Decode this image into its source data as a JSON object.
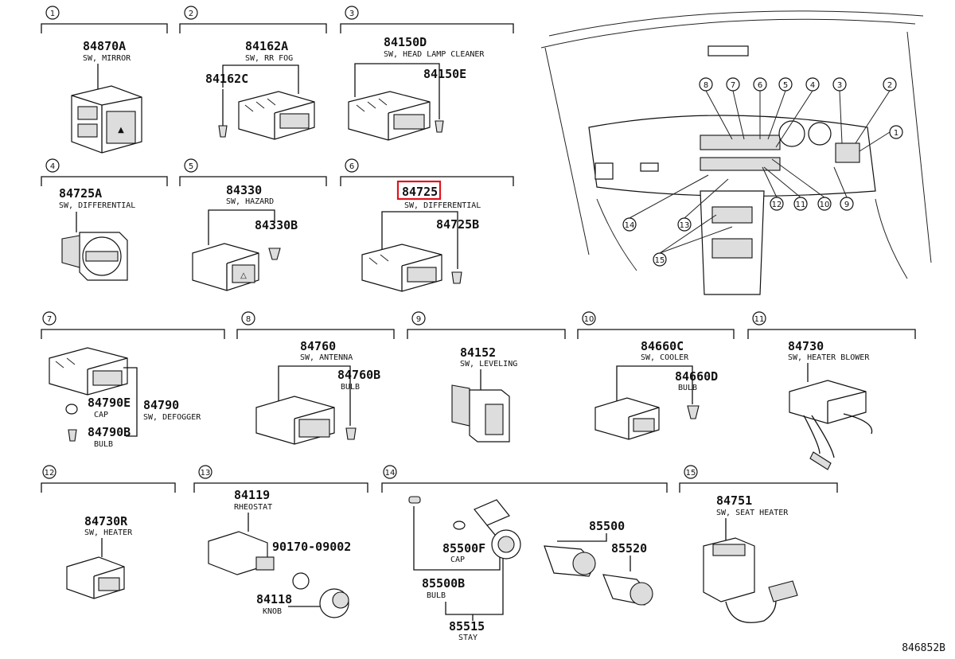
{
  "sections": [
    {
      "id": "1",
      "parts": [
        {
          "number": "84870A",
          "desc": "SW, MIRROR"
        }
      ]
    },
    {
      "id": "2",
      "parts": [
        {
          "number": "84162A",
          "desc": "SW, RR FOG"
        },
        {
          "number": "84162C",
          "desc": ""
        }
      ]
    },
    {
      "id": "3",
      "parts": [
        {
          "number": "84150D",
          "desc": "SW, HEAD LAMP CLEANER"
        },
        {
          "number": "84150E",
          "desc": ""
        }
      ]
    },
    {
      "id": "4",
      "parts": [
        {
          "number": "84725A",
          "desc": "SW, DIFFERENTIAL"
        }
      ]
    },
    {
      "id": "5",
      "parts": [
        {
          "number": "84330",
          "desc": "SW, HAZARD"
        },
        {
          "number": "84330B",
          "desc": ""
        }
      ]
    },
    {
      "id": "6",
      "parts": [
        {
          "number": "84725",
          "desc": "SW, DIFFERENTIAL",
          "highlighted": true
        },
        {
          "number": "84725B",
          "desc": ""
        }
      ]
    },
    {
      "id": "7",
      "parts": [
        {
          "number": "84790E",
          "desc": "CAP"
        },
        {
          "number": "84790",
          "desc": "SW, DEFOGGER"
        },
        {
          "number": "84790B",
          "desc": "BULB"
        }
      ]
    },
    {
      "id": "8",
      "parts": [
        {
          "number": "84760",
          "desc": "SW, ANTENNA"
        },
        {
          "number": "84760B",
          "desc": "BULB"
        }
      ]
    },
    {
      "id": "9",
      "parts": [
        {
          "number": "84152",
          "desc": "SW, LEVELING"
        }
      ]
    },
    {
      "id": "10",
      "parts": [
        {
          "number": "84660C",
          "desc": "SW, COOLER"
        },
        {
          "number": "84660D",
          "desc": "BULB"
        }
      ]
    },
    {
      "id": "11",
      "parts": [
        {
          "number": "84730",
          "desc": "SW, HEATER BLOWER"
        }
      ]
    },
    {
      "id": "12",
      "parts": [
        {
          "number": "84730R",
          "desc": "SW, HEATER"
        }
      ]
    },
    {
      "id": "13",
      "parts": [
        {
          "number": "84119",
          "desc": "RHEOSTAT"
        },
        {
          "number": "90170-09002",
          "desc": ""
        },
        {
          "number": "84118",
          "desc": "KNOB"
        }
      ]
    },
    {
      "id": "14",
      "parts": [
        {
          "number": "85500F",
          "desc": "CAP"
        },
        {
          "number": "85500B",
          "desc": "BULB"
        },
        {
          "number": "85515",
          "desc": "STAY"
        },
        {
          "number": "85500",
          "desc": ""
        },
        {
          "number": "85520",
          "desc": ""
        }
      ]
    },
    {
      "id": "15",
      "parts": [
        {
          "number": "84751",
          "desc": "SW, SEAT HEATER"
        }
      ]
    }
  ],
  "dashboard_callouts": [
    "8",
    "7",
    "6",
    "5",
    "4",
    "3",
    "2",
    "1",
    "9",
    "10",
    "11",
    "12",
    "13",
    "14",
    "15"
  ],
  "diagram_id": "846852B",
  "highlight_color": "#e0141e",
  "icons": [
    "switch-icon",
    "bulb-icon",
    "cap-icon",
    "knob-icon",
    "cigarette-lighter-icon",
    "connector-icon"
  ]
}
